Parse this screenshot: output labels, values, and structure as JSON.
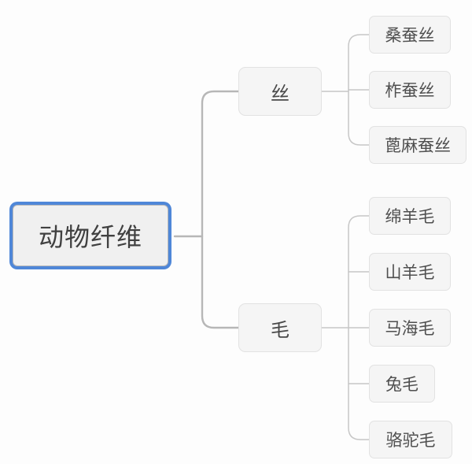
{
  "diagram": {
    "type": "mindmap",
    "root": {
      "label": "动物纤维",
      "selected": true
    },
    "branches": [
      {
        "label": "丝",
        "children": [
          "桑蚕丝",
          "柞蚕丝",
          "蓖麻蚕丝"
        ]
      },
      {
        "label": "毛",
        "children": [
          "绵羊毛",
          "山羊毛",
          "马海毛",
          "兔毛",
          "骆驼毛"
        ]
      }
    ],
    "colors": {
      "selection_ring": "#4f87d8",
      "node_background": "#f5f5f5",
      "node_border": "#e2e2e2",
      "root_background": "#f0f0f0",
      "root_border": "#b9b9b9",
      "connector_primary": "#b7b7b7",
      "connector_secondary": "#c7c7c7",
      "text": "#4d4d4d",
      "canvas_background": "#fdfdfd"
    }
  }
}
